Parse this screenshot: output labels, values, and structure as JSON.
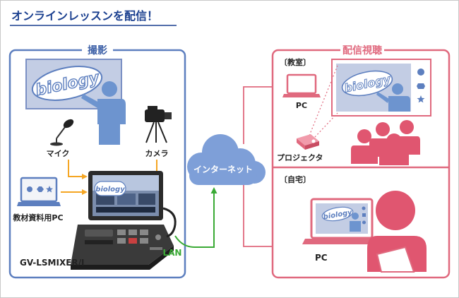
{
  "title": "オンラインレッスンを配信！",
  "left_panel": {
    "label": "撮影",
    "screen_text": "biology",
    "mic_label": "マイク",
    "camera_label": "カメラ",
    "pc_label": "教材資料用PC",
    "device_label": "GV-LSMIXER/I"
  },
  "cloud_label": "インターネット",
  "lan_label": "LAN",
  "right_panel": {
    "label": "配信視聴",
    "classroom_label": "〔教室〕",
    "classroom_pc_label": "PC",
    "projector_label": "プロジェクタ",
    "classroom_screen_text": "biology",
    "home_label": "〔自宅〕",
    "home_pc_label": "PC",
    "home_screen_text": "biology"
  },
  "colors": {
    "title": "#1a3f8f",
    "blue_panel": "#5d7fbf",
    "blue_person": "#6d94cf",
    "pink_panel": "#e0697e",
    "pink_person": "#e05670",
    "orange_arrow": "#f5a623",
    "green_line": "#3aaa35",
    "cloud": "#7e9fd8"
  }
}
